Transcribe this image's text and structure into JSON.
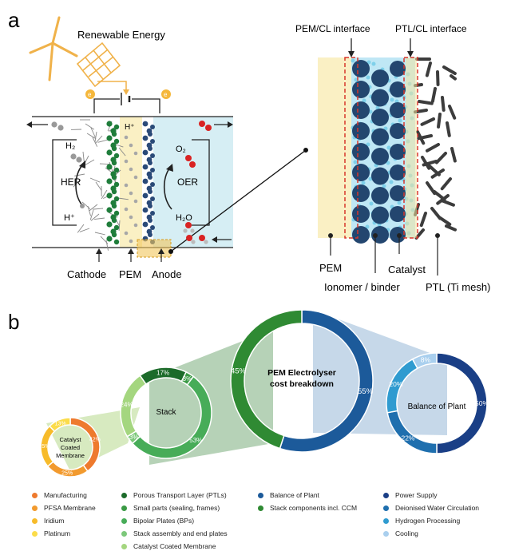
{
  "panel_a": {
    "label": "a",
    "renewable_energy": "Renewable Energy",
    "electron": "e",
    "h_plus_top": "H⁺",
    "h2": "H₂",
    "her": "HER",
    "h_plus_bottom": "H⁺",
    "o2": "O₂",
    "oer": "OER",
    "h2o": "H₂O",
    "cathode": "Cathode",
    "pem": "PEM",
    "anode": "Anode",
    "pem_cl_interface": "PEM/CL interface",
    "ptl_cl_interface": "PTL/CL interface",
    "zoom_pem": "PEM",
    "ionomer": "Ionomer / binder",
    "catalyst": "Catalyst",
    "ptl": "PTL (Ti mesh)"
  },
  "panel_b": {
    "label": "b",
    "main_title_1": "PEM Electrolyser",
    "main_title_2": "cost breakdown",
    "stack_title": "Stack",
    "bop_title": "Balance of Plant",
    "ccm_title_1": "Catalyst",
    "ccm_title_2": "Coated",
    "ccm_title_3": "Membrane"
  },
  "chart_data": [
    {
      "type": "pie",
      "title": "PEM Electrolyser cost breakdown",
      "categories": [
        "Balance of Plant",
        "Stack components incl. CCM"
      ],
      "values": [
        55,
        45
      ],
      "labels": [
        "55%",
        "45%"
      ],
      "colors": [
        "#1c5a9a",
        "#2f8a33"
      ]
    },
    {
      "type": "pie",
      "title": "Stack",
      "categories": [
        "Porous Transport Layer (PTLs)",
        "Small parts (sealing, frames)",
        "Bipolar Plates (BPs)",
        "Stack assembly and end plates",
        "Catalyst Coated Membrane"
      ],
      "values": [
        17,
        3,
        53,
        3,
        24
      ],
      "labels": [
        "17%",
        "3%",
        "53%",
        "3%",
        "24%"
      ],
      "colors": [
        "#1c6b2a",
        "#3b9a45",
        "#47ac58",
        "#7cc87a",
        "#a4d67f"
      ]
    },
    {
      "type": "pie",
      "title": "Balance of Plant",
      "categories": [
        "Power Supply",
        "Deionised Water Circulation",
        "Hydrogen Processing",
        "Cooling"
      ],
      "values": [
        50,
        22,
        20,
        8
      ],
      "labels": [
        "50%",
        "22%",
        "20%",
        "8%"
      ],
      "colors": [
        "#1a3f86",
        "#1f6fae",
        "#2f9bd0",
        "#a9cfee"
      ]
    },
    {
      "type": "pie",
      "title": "Catalyst Coated Membrane",
      "categories": [
        "Manufacturing",
        "PFSA Membrane",
        "Iridium",
        "Platinum"
      ],
      "values": [
        42,
        25,
        25,
        13
      ],
      "labels": [
        "42%",
        "25%",
        "25%",
        "13%"
      ],
      "colors": [
        "#ee7a2e",
        "#f29a2e",
        "#f7bb2a",
        "#fbdc4a"
      ]
    }
  ],
  "legend": {
    "col1": [
      {
        "label": "Manufacturing",
        "color": "#ee7a2e"
      },
      {
        "label": "PFSA Membrane",
        "color": "#f29a2e"
      },
      {
        "label": "Iridium",
        "color": "#f7bb2a"
      },
      {
        "label": "Platinum",
        "color": "#fbdc4a"
      }
    ],
    "col2": [
      {
        "label": "Porous Transport Layer (PTLs)",
        "color": "#1c6b2a"
      },
      {
        "label": "Small parts (sealing, frames)",
        "color": "#3b9a45"
      },
      {
        "label": "Bipolar Plates (BPs)",
        "color": "#47ac58"
      },
      {
        "label": "Stack assembly and end plates",
        "color": "#7cc87a"
      },
      {
        "label": "Catalyst Coated Membrane",
        "color": "#a4d67f"
      }
    ],
    "col3": [
      {
        "label": "Balance of Plant",
        "color": "#1c5a9a"
      },
      {
        "label": "Stack components incl. CCM",
        "color": "#2f8a33"
      }
    ],
    "col4": [
      {
        "label": "Power Supply",
        "color": "#1a3f86"
      },
      {
        "label": "Deionised Water Circulation",
        "color": "#1f6fae"
      },
      {
        "label": "Hydrogen Processing",
        "color": "#2f9bd0"
      },
      {
        "label": "Cooling",
        "color": "#a9cfee"
      }
    ]
  }
}
